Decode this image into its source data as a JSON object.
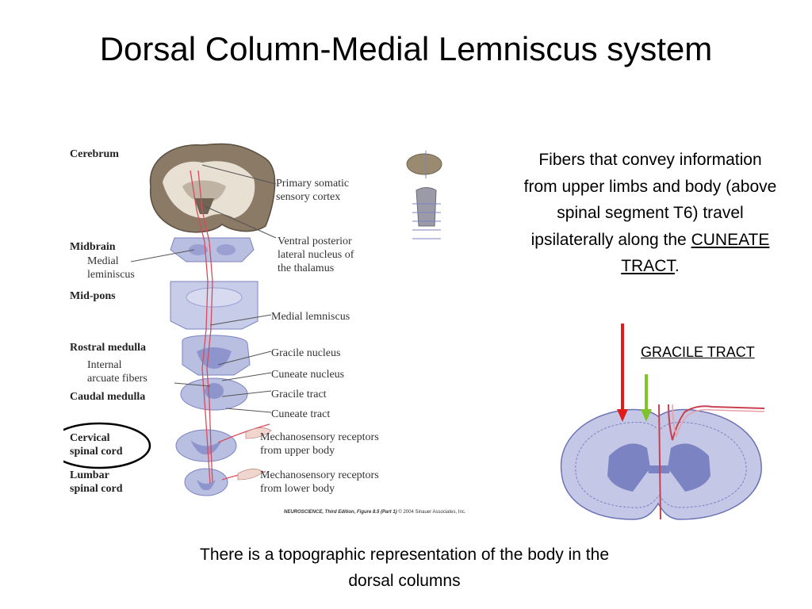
{
  "slide": {
    "title": "Dorsal Column-Medial Lemniscus system",
    "side_text_before": "Fibers that convey information from upper limbs and body (above spinal segment T6) travel ipsilaterally along the ",
    "side_text_link": "CUNEATE TRACT",
    "side_text_after": ".",
    "gracile_label": "GRACILE TRACT",
    "bottom_text": "There is a topographic representation of the body in the dorsal columns"
  },
  "figure": {
    "regions": {
      "cerebrum": "Cerebrum",
      "midbrain": "Midbrain",
      "medial_lemniscus_1": "Medial",
      "medial_lemniscus_2": "leminiscus",
      "mid_pons": "Mid-pons",
      "rostral_medulla": "Rostral medulla",
      "internal_1": "Internal",
      "internal_2": "arcuate fibers",
      "caudal_medulla": "Caudal medulla",
      "cervical_1": "Cervical",
      "cervical_2": "spinal cord",
      "lumbar_1": "Lumbar",
      "lumbar_2": "spinal cord"
    },
    "structures": {
      "psc_1": "Primary somatic",
      "psc_2": "sensory cortex",
      "vpl_1": "Ventral posterior",
      "vpl_2": "lateral nucleus of",
      "vpl_3": "the thalamus",
      "medial_lemniscus": "Medial lemniscus",
      "gracile_nucleus": "Gracile nucleus",
      "cuneate_nucleus": "Cuneate nucleus",
      "gracile_tract": "Gracile tract",
      "cuneate_tract": "Cuneate tract",
      "mech_upper_1": "Mechanosensory receptors",
      "mech_upper_2": "from upper body",
      "mech_lower_1": "Mechanosensory receptors",
      "mech_lower_2": "from lower body"
    },
    "credit_book": "NEUROSCIENCE, Third Edition, Figure 8.5 (Part 1)",
    "credit_rest": "© 2004 Sinauer Associates, Inc."
  },
  "colors": {
    "section_fill": "#b9bfe0",
    "section_dark": "#7c83c2",
    "brain": "#8a7a66",
    "pathway": "#d94a5a",
    "cuneate_arrow": "#e01b1b",
    "gracile_arrow": "#7fc42a"
  }
}
